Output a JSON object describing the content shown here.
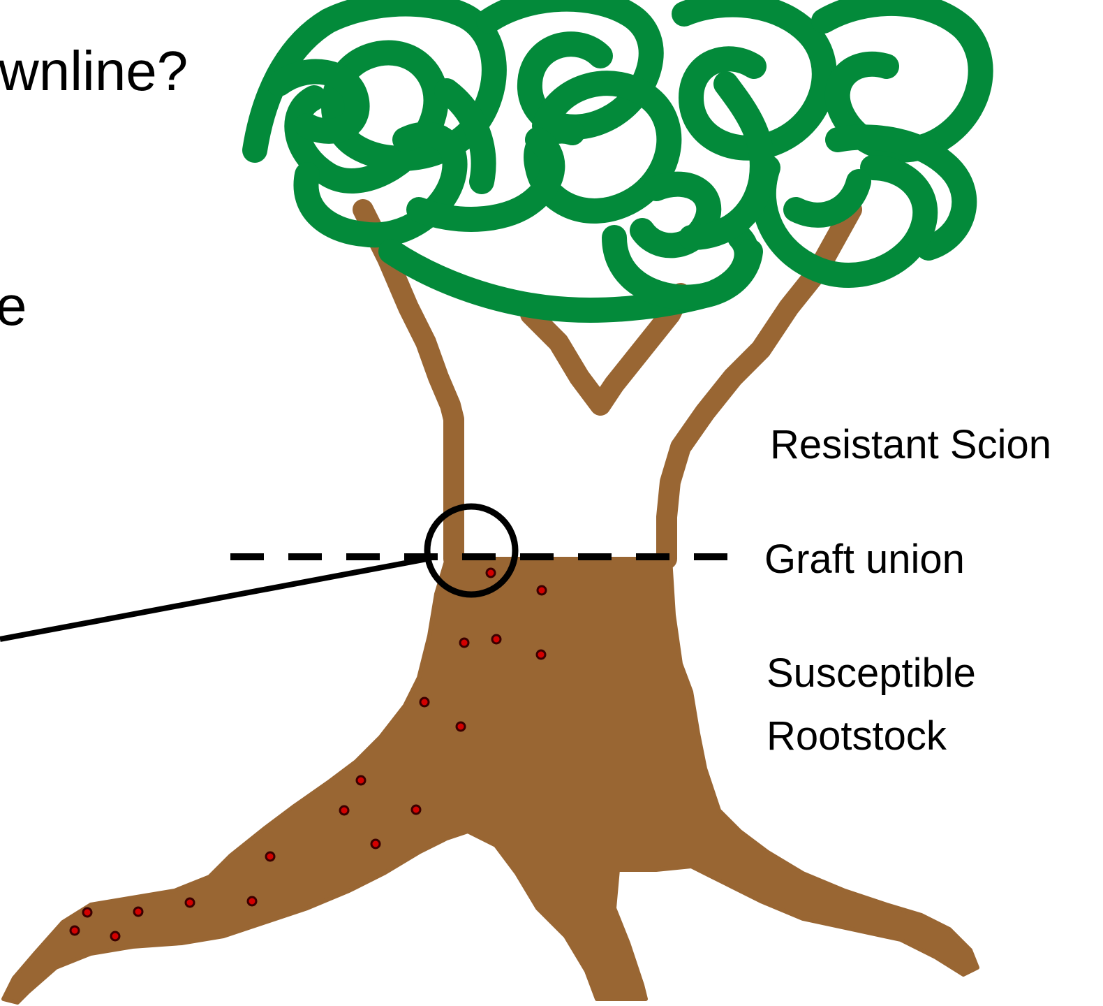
{
  "slide": {
    "title_fragment": "wnline?",
    "body_fragment": "e"
  },
  "labels": {
    "scion": "Resistant Scion",
    "graft_union": "Graft union",
    "rootstock_line1": "Susceptible",
    "rootstock_line2": "Rootstock"
  },
  "colors": {
    "canopy": "#038a3a",
    "trunk": "#996633",
    "infection_dot": "#d40000",
    "line": "#000000"
  }
}
